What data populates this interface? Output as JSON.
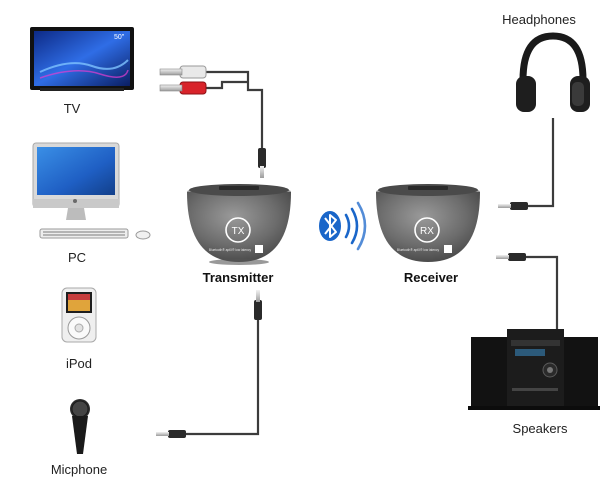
{
  "devices": {
    "tv": {
      "label": "TV",
      "screen_size": "50\""
    },
    "pc": {
      "label": "PC"
    },
    "ipod": {
      "label": "iPod"
    },
    "mic": {
      "label": "Micphone"
    },
    "headphones": {
      "label": "Headphones"
    },
    "speakers": {
      "label": "Speakers"
    }
  },
  "transmitter": {
    "label": "Transmitter",
    "badge": "TX",
    "caption": "Bluetooth® aptX® low latency"
  },
  "receiver": {
    "label": "Receiver",
    "badge": "RX",
    "caption": "Bluetooth® aptX® low latency"
  },
  "colors": {
    "cable": "#3c3c3c",
    "unit_body": "#6b6b6b",
    "bluetooth": "#1a66c9",
    "tv_screen": "#1436a8"
  }
}
